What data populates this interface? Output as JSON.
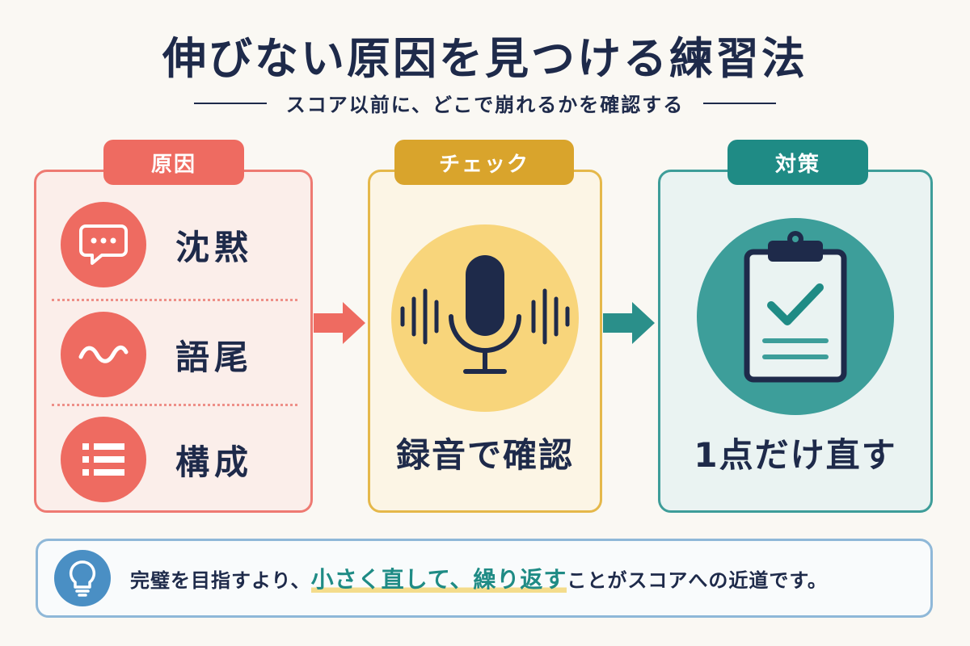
{
  "title": "伸びない原因を見つける練習法",
  "subtitle": "スコア以前に、どこで崩れるかを確認する",
  "cause": {
    "tag": "原因",
    "items": [
      {
        "label": "沈黙",
        "icon": "speech-bubble-icon"
      },
      {
        "label": "語尾",
        "icon": "wave-icon"
      },
      {
        "label": "構成",
        "icon": "list-icon"
      }
    ]
  },
  "check": {
    "tag": "チェック",
    "label": "録音で確認",
    "icon": "microphone-icon"
  },
  "fix": {
    "tag": "対策",
    "label": "1点だけ直す",
    "icon": "clipboard-check-icon"
  },
  "tip": {
    "before": "完璧を目指すより、",
    "highlight": "小さく直して、繰り返す",
    "after": "ことがスコアへの近道です。",
    "icon": "lightbulb-icon"
  },
  "colors": {
    "navy": "#1e2a4a",
    "coral": "#ee6b61",
    "gold": "#d9a42c",
    "teal": "#1f8b85",
    "blue": "#4a8fc4"
  }
}
